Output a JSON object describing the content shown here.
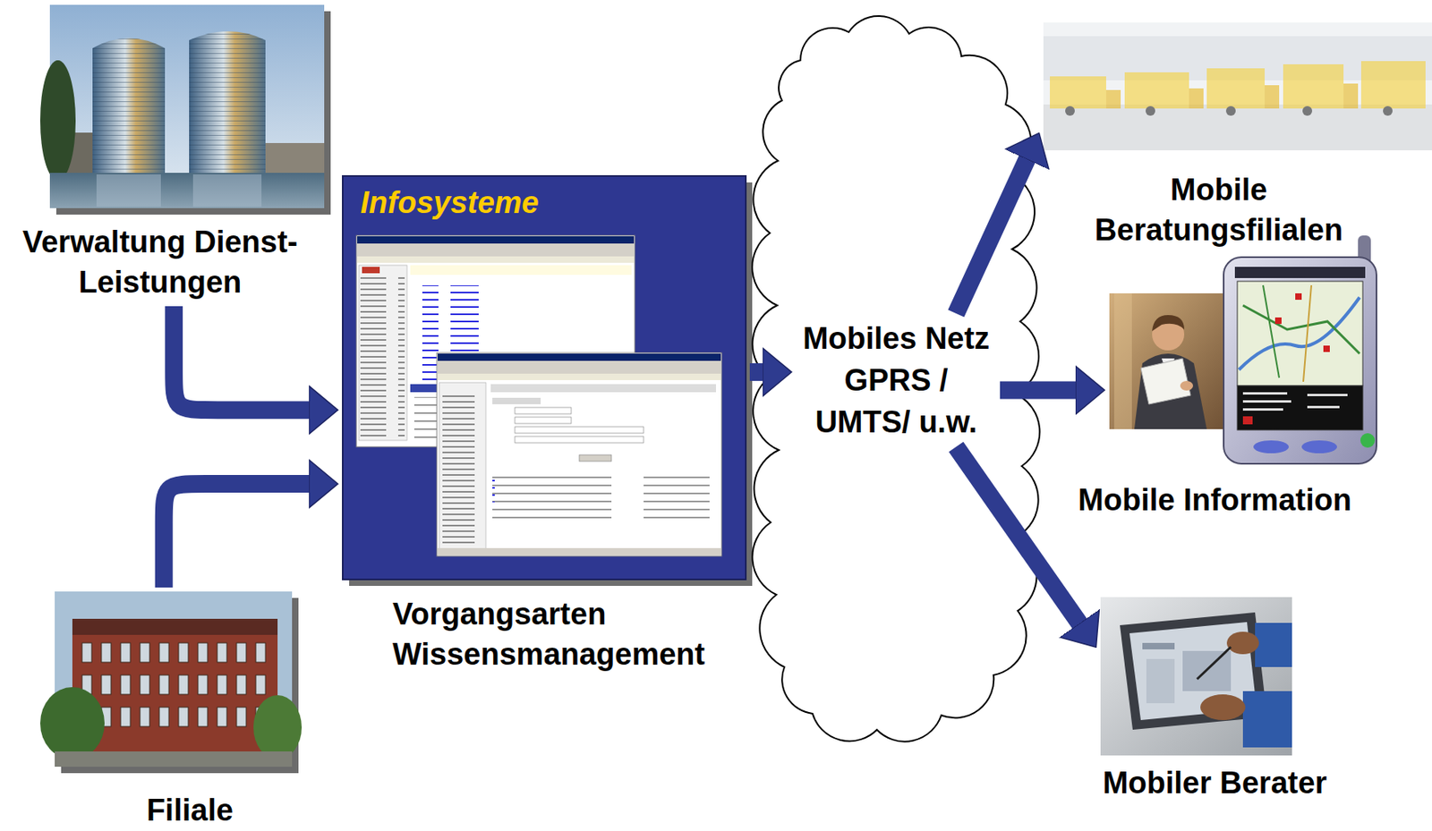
{
  "diagram": {
    "nodes": [
      {
        "text": [
          "Verwaltung Dienst-Leistungen"
        ]
      },
      {
        "text": [
          "Filiale"
        ]
      },
      {
        "text": [
          "Infosysteme",
          "Vorgangsarten Wissensmanagement"
        ]
      },
      {
        "text": [
          "Mobiles Netz GPRS / UMTS/ u.w."
        ]
      },
      {
        "text": [
          "Mobile Beratungsfilialen"
        ]
      },
      {
        "text": [
          "Mobile Information"
        ]
      },
      {
        "text": [
          "Mobiler Berater"
        ]
      }
    ],
    "edges": [
      {
        "from": 0,
        "to": 2,
        "arrow": "to"
      },
      {
        "from": 1,
        "to": 2,
        "arrow": "to"
      },
      {
        "from": 2,
        "to": 3,
        "arrow": "to"
      },
      {
        "from": 3,
        "to": 4,
        "arrow": "to"
      },
      {
        "from": 3,
        "to": 5,
        "arrow": "to"
      },
      {
        "from": 3,
        "to": 6,
        "arrow": "to"
      }
    ]
  }
}
